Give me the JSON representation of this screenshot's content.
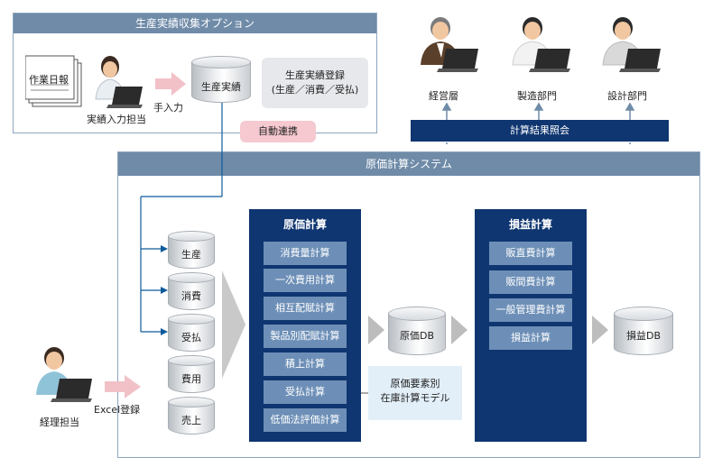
{
  "panels": {
    "collection": {
      "title": "生産実績収集オプション"
    },
    "system": {
      "title": "原価計算システム"
    }
  },
  "collection": {
    "report_label": "作業日報",
    "operator_label": "実績入力担当",
    "manual_input_label": "手入力",
    "db_label": "生産実績",
    "registration_label_1": "生産実績登録",
    "registration_label_2": "(生産／消費／受払)",
    "auto_link_label": "自動連携"
  },
  "viewers": {
    "users": [
      "経営層",
      "製造部門",
      "設計部門"
    ],
    "bar_label": "計算結果照会"
  },
  "inputs": {
    "dbs": [
      "生産",
      "消費",
      "受払",
      "費用",
      "売上"
    ],
    "accounting_person": "経理担当",
    "excel_label": "Excel登録"
  },
  "cost_calc": {
    "title": "原価計算",
    "items": [
      "消費量計算",
      "一次費用計算",
      "相互配賦計算",
      "製品別配賦計算",
      "積上計算",
      "受払計算",
      "低価法評価計算"
    ]
  },
  "cost_db": {
    "label": "原価DB"
  },
  "model_note": {
    "line1": "原価要素別",
    "line2": "在庫計算モデル"
  },
  "pl_calc": {
    "title": "損益計算",
    "items": [
      "販直費計算",
      "販間費計算",
      "一般管理費計算",
      "損益計算"
    ]
  },
  "pl_db": {
    "label": "損益DB"
  },
  "colors": {
    "navy": "#0f3670",
    "item_blue": "#6d8fb7",
    "panel_header": "#6f8ba8",
    "pink": "#f5c9cf",
    "light_blue": "#e2eff8"
  }
}
